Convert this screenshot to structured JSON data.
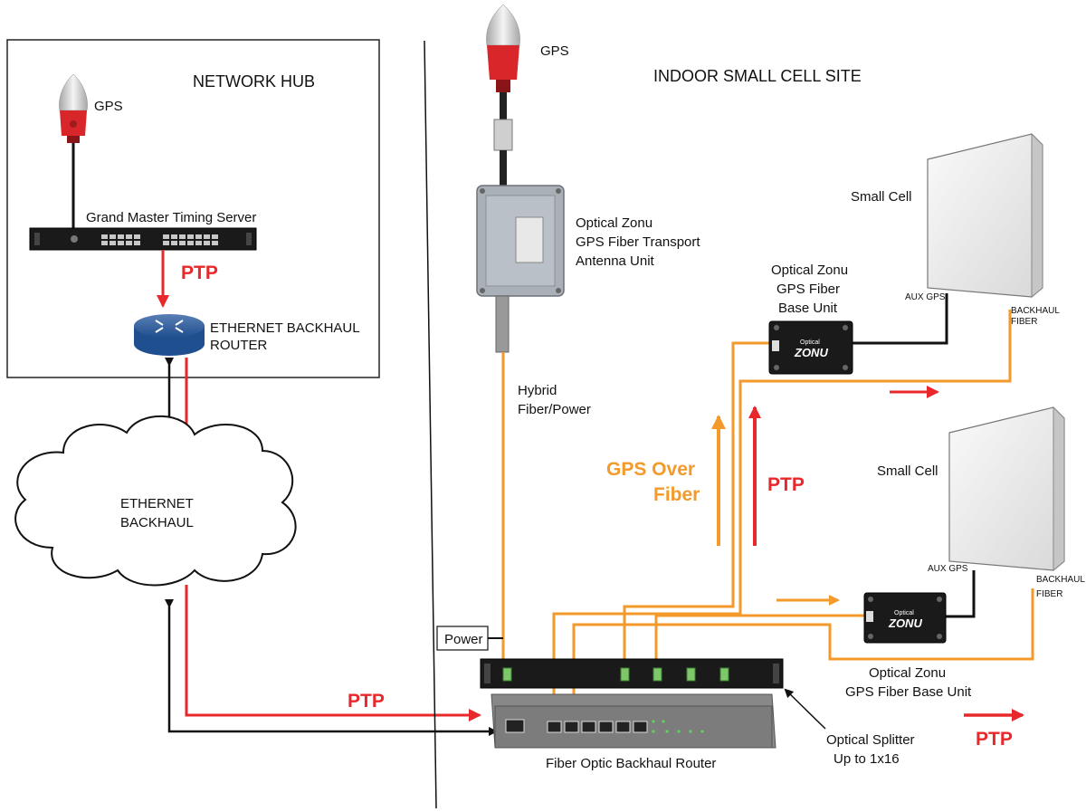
{
  "hub": {
    "title": "NETWORK HUB",
    "gps_label": "GPS",
    "timing_server_label": "Grand Master Timing Server",
    "router_label_line1": "ETHERNET BACKHAUL",
    "router_label_line2": "ROUTER",
    "ptp_label": "PTP"
  },
  "cloud": {
    "label_line1": "ETHERNET",
    "label_line2": "BACKHAUL"
  },
  "site": {
    "title": "INDOOR SMALL CELL SITE",
    "gps_label": "GPS",
    "antenna_unit_line1": "Optical Zonu",
    "antenna_unit_line2": "GPS Fiber Transport",
    "antenna_unit_line3": "Antenna Unit",
    "hybrid_line1": "Hybrid",
    "hybrid_line2": "Fiber/Power",
    "base_unit_top_line1": "Optical Zonu",
    "base_unit_top_line2": "GPS Fiber",
    "base_unit_top_line3": "Base Unit",
    "base_unit_bottom_line1": "Optical Zonu",
    "base_unit_bottom_line2": "GPS Fiber Base Unit",
    "zonu_logo_small": "Optical",
    "zonu_logo_big": "ZONU",
    "small_cell_label": "Small Cell",
    "aux_gps_label": "AUX GPS",
    "backhaul_fiber_line1": "BACKHAUL",
    "backhaul_fiber_line2": "FIBER",
    "gps_over_fiber_line1": "GPS Over",
    "gps_over_fiber_line2": "Fiber",
    "ptp_label": "PTP",
    "power_label": "Power",
    "splitter_line1": "Optical Splitter",
    "splitter_line2": "Up to 1x16",
    "router_label": "Fiber Optic Backhaul Router",
    "ptp_bottom": "PTP",
    "ptp_legend": "PTP"
  },
  "colors": {
    "ptp_red": "#e8282b",
    "fiber_orange": "#f39a2b",
    "cable_black": "#111111",
    "gps_red": "#d8262a"
  }
}
